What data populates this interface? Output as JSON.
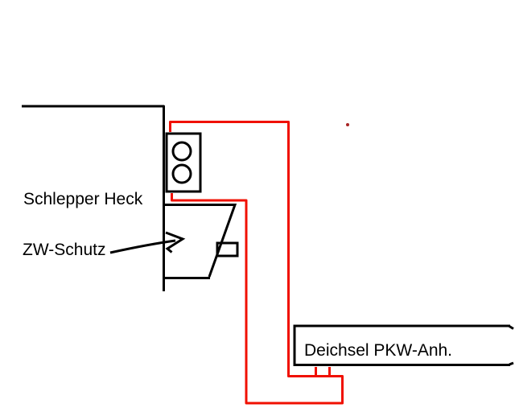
{
  "labels": {
    "schlepper_heck": "Schlepper Heck",
    "zw_schutz": "ZW-Schutz",
    "deichsel": "Deichsel PKW-Anh."
  },
  "icons": {
    "arrow": "label-pointer-arrow"
  },
  "colors": {
    "ink": "#000000",
    "red": "#f01000",
    "dot": "#a82424",
    "background": "#ffffff"
  }
}
